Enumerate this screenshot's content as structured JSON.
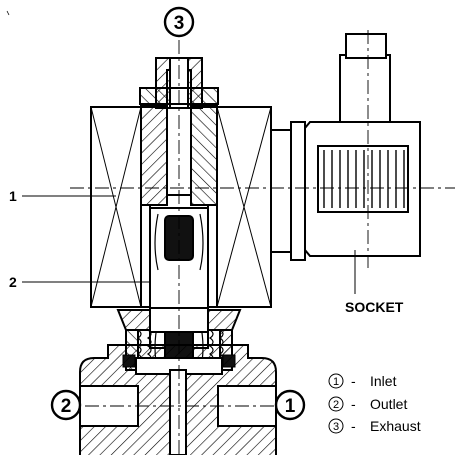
{
  "ports": {
    "exhaust_num": "3",
    "outlet_num": "2",
    "inlet_num": "1"
  },
  "callouts": {
    "coil_num": "1",
    "armature_num": "2"
  },
  "socket_label": "SOCKET",
  "legend": [
    {
      "num": "1",
      "sep": "-",
      "text": "Inlet"
    },
    {
      "num": "2",
      "sep": "-",
      "text": "Outlet"
    },
    {
      "num": "3",
      "sep": "-",
      "text": "Exhaust"
    }
  ],
  "colors": {
    "ink": "#000000",
    "paper": "#ffffff"
  }
}
